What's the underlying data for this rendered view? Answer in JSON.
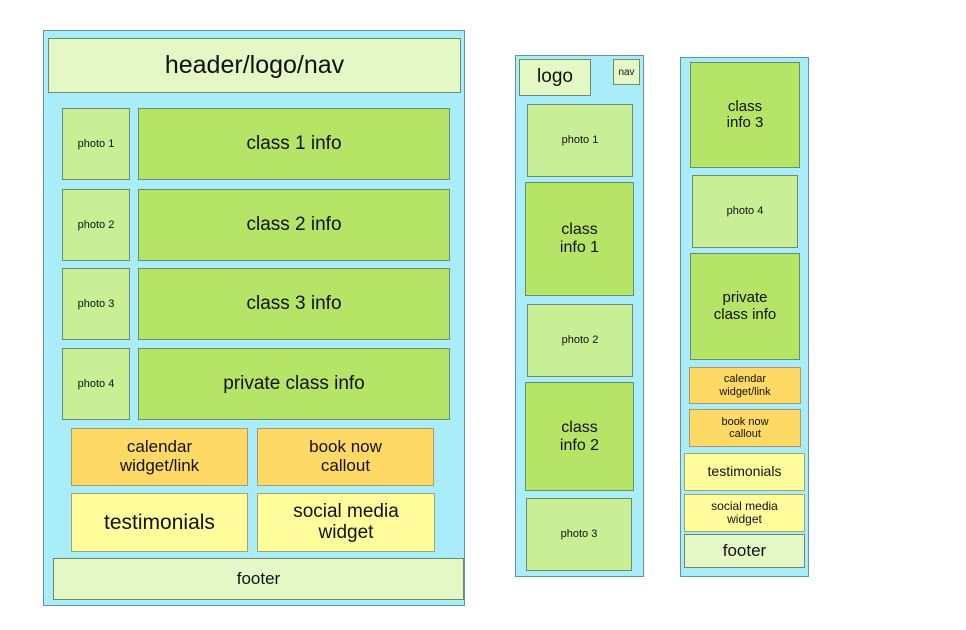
{
  "desktop": {
    "header": "header/logo/nav",
    "photos": [
      "photo 1",
      "photo 2",
      "photo 3",
      "photo 4"
    ],
    "classes": [
      "class 1 info",
      "class 2 info",
      "class 3 info",
      "private class info"
    ],
    "calendar": "calendar\nwidget/link",
    "book_now": "book now\ncallout",
    "testimonials": "testimonials",
    "social": "social media\nwidget",
    "footer": "footer"
  },
  "mobile1": {
    "logo": "logo",
    "nav": "nav",
    "photo1": "photo 1",
    "class1": "class\ninfo 1",
    "photo2": "photo 2",
    "class2": "class\ninfo 2",
    "photo3": "photo 3"
  },
  "mobile2": {
    "class3": "class\ninfo 3",
    "photo4": "photo 4",
    "private": "private\nclass info",
    "calendar": "calendar\nwidget/link",
    "book_now": "book now\ncallout",
    "testimonials": "testimonials",
    "social": "social media\nwidget",
    "footer": "footer"
  }
}
